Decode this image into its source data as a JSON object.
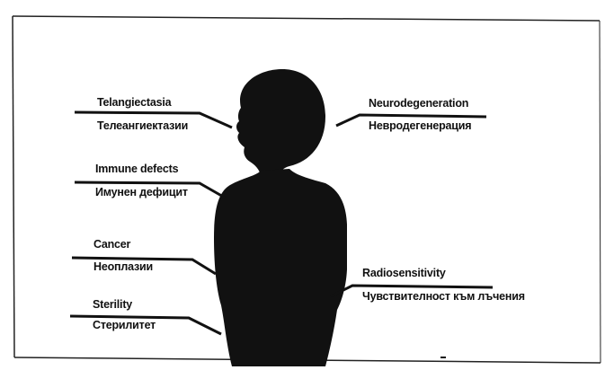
{
  "labels": {
    "telangiectasia": {
      "en": "Telangiectasia",
      "bg": "Телеангиектазии"
    },
    "immune": {
      "en": "Immune defects",
      "bg": "Имунен дефицит"
    },
    "cancer": {
      "en": "Cancer",
      "bg": "Неоплазии"
    },
    "sterility": {
      "en": "Sterility",
      "bg": "Стерилитет"
    },
    "neuro": {
      "en": "Neurodegeneration",
      "bg": "Невродегенерация"
    },
    "radio": {
      "en": "Radiosensitivity",
      "bg": "Чувствителност към лъчения"
    }
  },
  "colors": {
    "silhouette": "#111111",
    "line": "#111111",
    "frame": "#222222",
    "background": "#ffffff"
  }
}
